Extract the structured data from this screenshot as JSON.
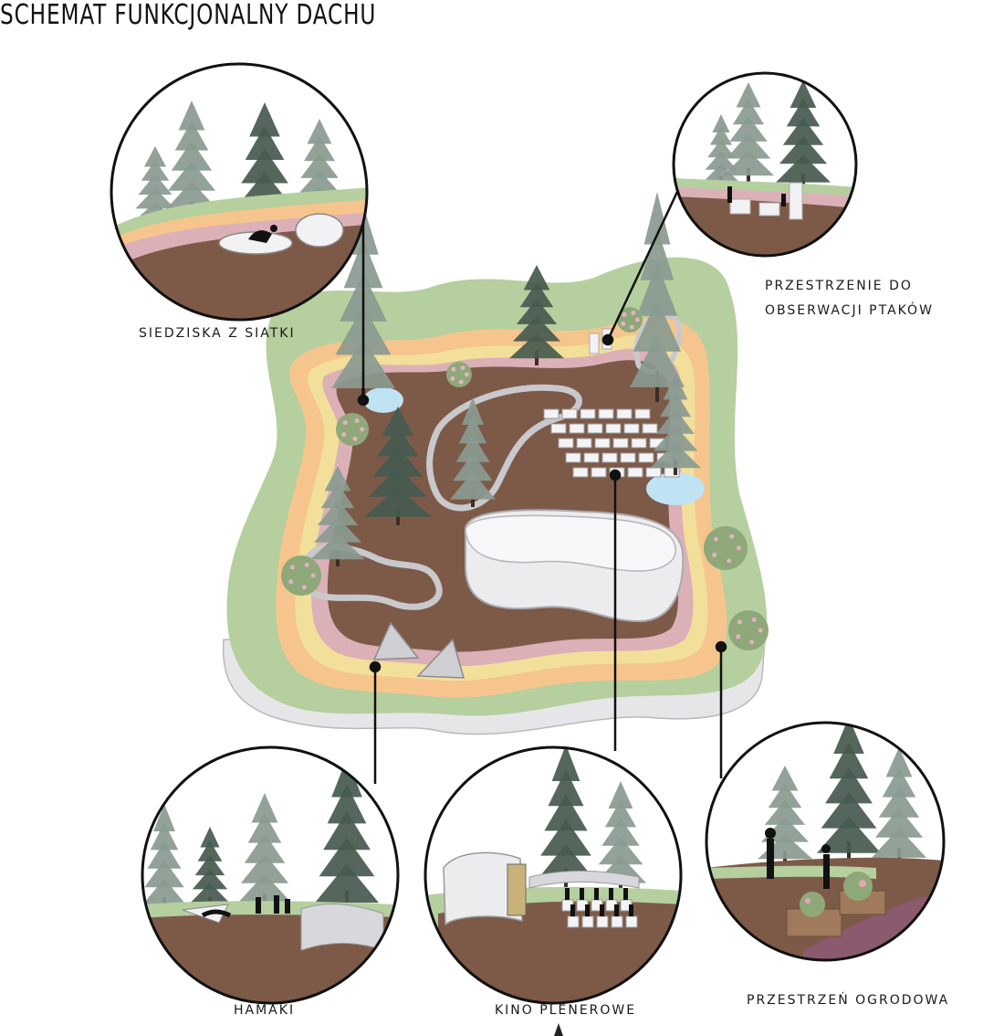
{
  "title": "SCHEMAT FUNKCJONALNY DACHU",
  "labels": {
    "siedziska": "SIEDZISKA Z SIATKI",
    "ptaki_line1": "PRZESTRZENIE DO",
    "ptaki_line2": "OBSERWACJI PTAKÓW",
    "hamaki": "HAMAKI",
    "kino": "KINO PLENEROWE",
    "ogrodowa": "PRZESTRZEŃ OGRODOWA"
  },
  "colors": {
    "soil": "#7d5a48",
    "grass": "#b5cf9f",
    "band_orange": "#f6c58d",
    "band_yellow": "#f1df9a",
    "band_pink": "#dcb0b7",
    "water": "#bfe3f2",
    "tree": "#475a4f",
    "tree_light": "#8a9a90",
    "wall": "#e9e9ec",
    "ink": "#111111"
  }
}
